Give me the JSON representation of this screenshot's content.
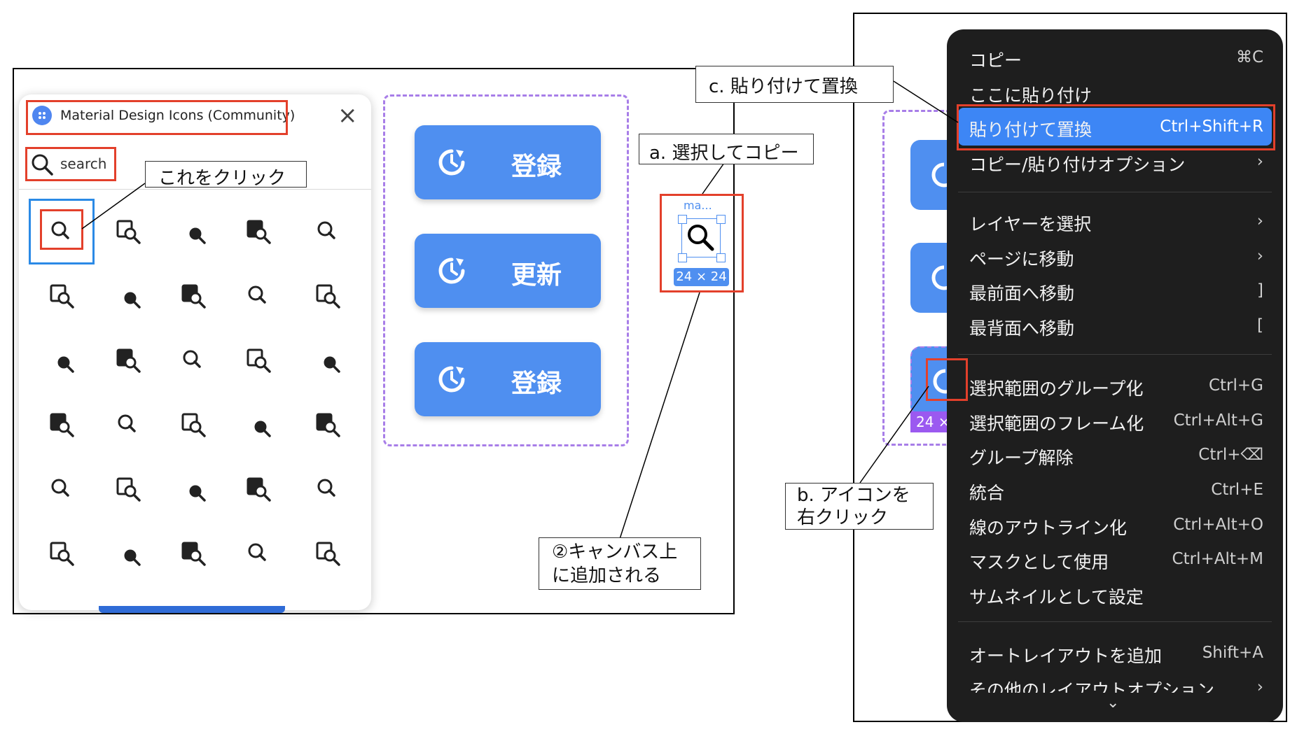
{
  "plugin": {
    "title": "Material Design Icons (Community)",
    "close_glyph": "×",
    "search_value": "search",
    "icons": [
      [
        "search-icon",
        "travel-explore-icon",
        "zoom-in-icon",
        "zoom-in-outline-icon",
        "find-in-page-icon"
      ],
      [
        "find-in-page-outline-icon",
        "person-search-icon",
        "person-search-outline-icon",
        "image-search-icon",
        "zoom-out-icon"
      ],
      [
        "zoom-out-outline-icon",
        "location-searching-icon",
        "search-off-icon",
        "home-search-icon",
        "home-search-outline-icon"
      ],
      [
        "receipt-search-icon",
        "list-search-icon",
        "manage-search-icon",
        "text-search-icon",
        "table-search-icon"
      ],
      [
        "calendar-search-outline-icon",
        "folder-search-icon",
        "file-search-outline-icon",
        "event-search-icon",
        "document-search-icon"
      ],
      [
        "page-search-icon",
        "car-search-icon",
        "car-search-outline-icon",
        "map-search-icon",
        "map-search-outline-icon"
      ]
    ]
  },
  "canvas": {
    "buttons": [
      {
        "label": "登録",
        "icon": "refresh-clock-icon"
      },
      {
        "label": "更新",
        "icon": "refresh-clock-icon"
      },
      {
        "label": "登録",
        "icon": "refresh-clock-icon"
      }
    ],
    "added_icon": {
      "layer_name": "ma...",
      "size_badge": "24 × 24",
      "icon": "search-icon"
    }
  },
  "callouts": {
    "click_this": "これをクリック",
    "select_copy": "a. 選択してコピー",
    "added_to_canvas_line1": "②キャンバス上",
    "added_to_canvas_line2": "に追加される",
    "paste_replace": "c. 貼り付けて置換",
    "right_click_line1": "b. アイコンを",
    "right_click_line2": "右クリック"
  },
  "right_canvas": {
    "size_badge_partial": "24 ×"
  },
  "context_menu": {
    "items": [
      {
        "label": "コピー",
        "shortcut": "⌘C"
      },
      {
        "label": "ここに貼り付け",
        "shortcut": ""
      },
      {
        "label": "貼り付けて置換",
        "shortcut": "Ctrl+Shift+R",
        "highlighted": true
      },
      {
        "label": "コピー/貼り付けオプション",
        "shortcut": "›"
      },
      {
        "label": "レイヤーを選択",
        "shortcut": "›"
      },
      {
        "label": "ページに移動",
        "shortcut": "›"
      },
      {
        "label": "最前面へ移動",
        "shortcut": "]"
      },
      {
        "label": "最背面へ移動",
        "shortcut": "["
      },
      {
        "label": "選択範囲のグループ化",
        "shortcut": "Ctrl+G"
      },
      {
        "label": "選択範囲のフレーム化",
        "shortcut": "Ctrl+Alt+G"
      },
      {
        "label": "グループ解除",
        "shortcut": "Ctrl+⌫"
      },
      {
        "label": "統合",
        "shortcut": "Ctrl+E"
      },
      {
        "label": "線のアウトライン化",
        "shortcut": "Ctrl+Alt+O"
      },
      {
        "label": "マスクとして使用",
        "shortcut": "Ctrl+Alt+M"
      },
      {
        "label": "サムネイルとして設定",
        "shortcut": ""
      },
      {
        "label": "オートレイアウトを追加",
        "shortcut": "Shift+A"
      },
      {
        "label": "その他のレイアウトオプション",
        "shortcut": "›"
      }
    ],
    "more_glyph": "⌄"
  },
  "colors": {
    "accent_blue": "#4f8ff0",
    "highlight_red": "#e3402b",
    "frame_purple": "#a87ee8",
    "menu_bg": "#1e1e1e",
    "menu_highlight": "#3d86f5"
  }
}
